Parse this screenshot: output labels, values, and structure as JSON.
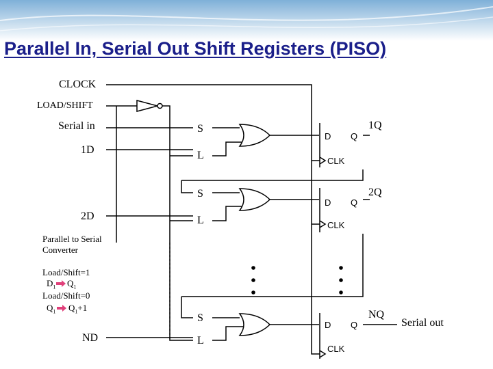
{
  "title": "Parallel In, Serial Out Shift Registers (PISO)",
  "inputs": {
    "clock": "CLOCK",
    "load_shift": "LOAD/SHIFT",
    "serial_in": "Serial in",
    "d1": "1D",
    "d2": "2D",
    "dn": "ND"
  },
  "mux_labels": {
    "s": "S",
    "l": "L"
  },
  "flipflop": {
    "d": "D",
    "q": "Q",
    "clk": "CLK"
  },
  "outputs": {
    "q1": "1Q",
    "q2": "2Q",
    "qn": "NQ",
    "serial_out": "Serial out"
  },
  "note": {
    "heading_line1": "Parallel to Serial",
    "heading_line2": "Converter",
    "load_eq_1": "Load/Shift=1",
    "load_from": "D",
    "load_to": "Q",
    "idx": "1",
    "shift_eq_0": "Load/Shift=0",
    "shift_from": "Q",
    "shift_to": "Q",
    "shift_suffix": "+1"
  },
  "colors": {
    "title": "#1b1f8a",
    "banner_top": "#7fb0d8",
    "banner_bottom": "#ffffff",
    "arrow": "#e0407a"
  }
}
